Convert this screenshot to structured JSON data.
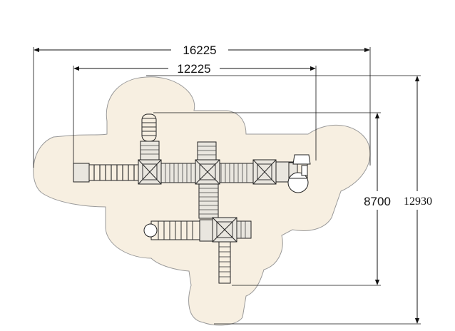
{
  "dimensions": {
    "overall_width": "16225",
    "inner_width": "12225",
    "inner_depth": "8700",
    "overall_depth": "12930"
  },
  "colors": {
    "safety_zone_fill": "#f7efe1",
    "safety_zone_stroke": "#9a9a9a",
    "line": "#111111"
  }
}
